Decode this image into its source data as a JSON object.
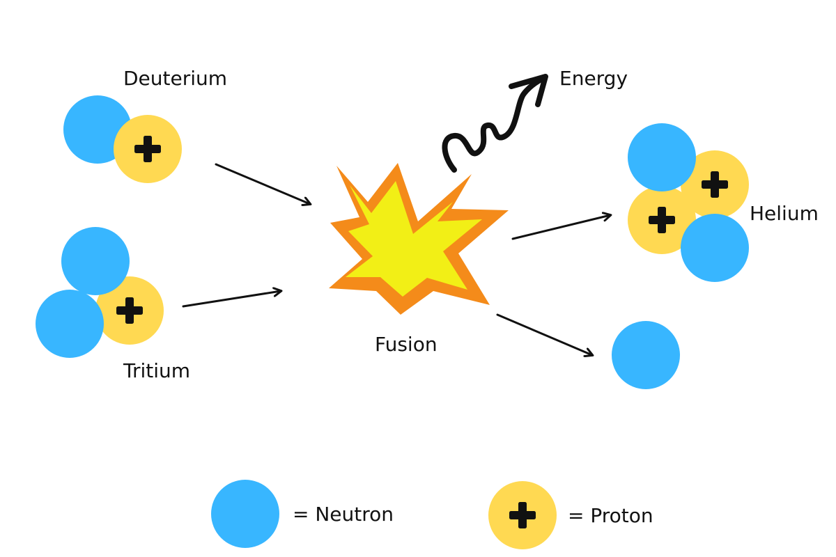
{
  "labels": {
    "deuterium": "Deuterium",
    "tritium": "Tritium",
    "fusion": "Fusion",
    "energy": "Energy",
    "helium": "Helium"
  },
  "legend": {
    "neutron": "= Neutron",
    "proton": "= Proton"
  },
  "colors": {
    "neutron": "#38b6ff",
    "proton": "#ffd952",
    "plus": "#111111",
    "burst_outer": "#f48b1a",
    "burst_inner": "#f2ef16",
    "arrow": "#111111"
  },
  "icons": {
    "neutron": "neutron-circle",
    "proton": "proton-plus-circle",
    "fusion": "explosion-burst",
    "energy": "squiggle-arrow"
  }
}
